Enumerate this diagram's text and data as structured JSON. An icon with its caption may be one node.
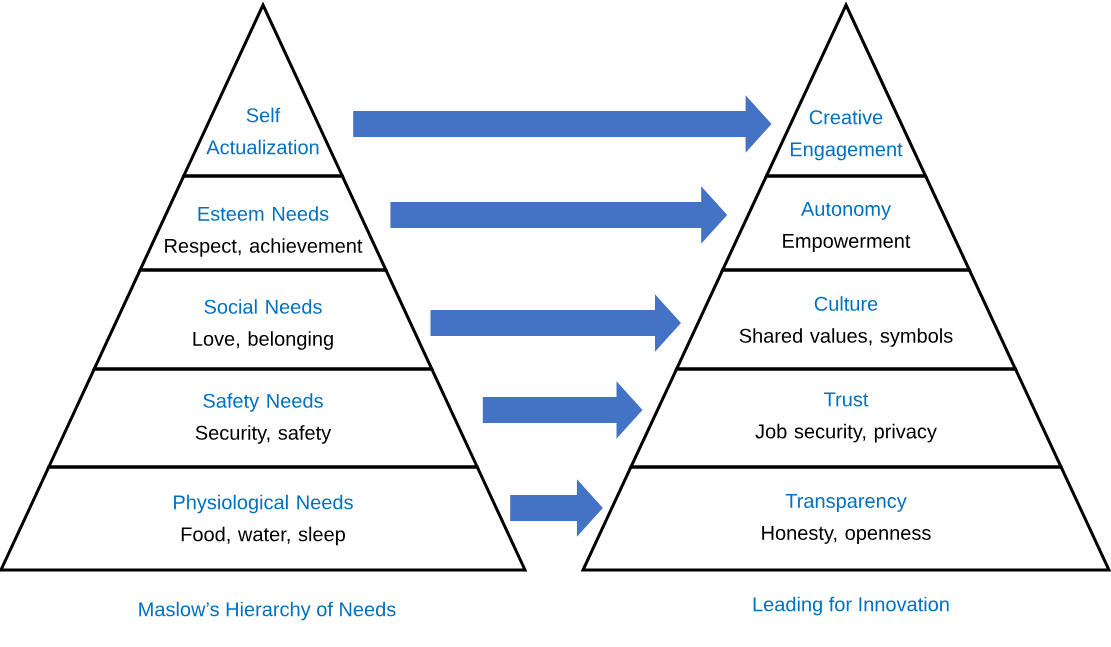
{
  "diagram": {
    "nodes": [
      {
        "text": [
          "Self Actualization"
        ]
      },
      {
        "text": [
          "Esteem Needs",
          "Respect, achievement"
        ]
      },
      {
        "text": [
          "Social Needs",
          "Love, belonging"
        ]
      },
      {
        "text": [
          "Safety Needs",
          "Security, safety"
        ]
      },
      {
        "text": [
          "Physiological Needs",
          "Food, water, sleep"
        ]
      },
      {
        "text": [
          "Creative Engagement"
        ]
      },
      {
        "text": [
          "Autonomy",
          "Empowerment"
        ]
      },
      {
        "text": [
          "Culture",
          "Shared values, symbols"
        ]
      },
      {
        "text": [
          "Trust",
          "Job security, privacy"
        ]
      },
      {
        "text": [
          "Transparency",
          "Honesty, openness"
        ]
      }
    ],
    "edges": [
      {
        "from": 0,
        "to": 5,
        "arrow": "to"
      },
      {
        "from": 1,
        "to": 6,
        "arrow": "to"
      },
      {
        "from": 2,
        "to": 7,
        "arrow": "to"
      },
      {
        "from": 3,
        "to": 8,
        "arrow": "to"
      },
      {
        "from": 4,
        "to": 9,
        "arrow": "to"
      }
    ],
    "labels": [
      "Maslow’s Hierarchy of Needs",
      "Leading for Innovation"
    ]
  }
}
